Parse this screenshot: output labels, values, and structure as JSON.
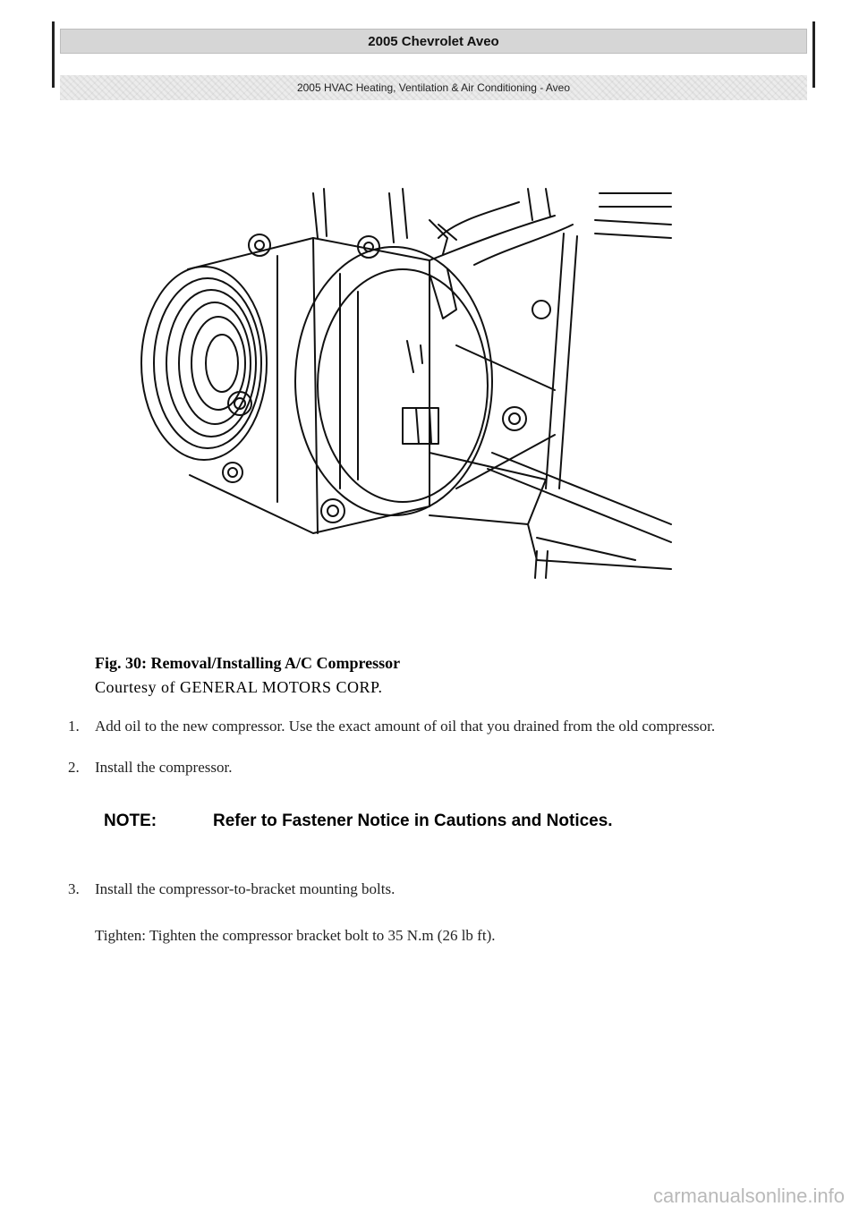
{
  "header": {
    "title": "2005 Chevrolet Aveo",
    "subtitle": "2005 HVAC Heating, Ventilation & Air Conditioning - Aveo"
  },
  "figure": {
    "caption_title": "Fig. 30: Removal/Installing A/C Compressor",
    "caption_credit": "Courtesy of GENERAL MOTORS CORP."
  },
  "steps": [
    {
      "num": "1.",
      "text": "Add oil to the new compressor. Use the exact amount of oil that you drained from the old compressor."
    },
    {
      "num": "2.",
      "text": "Install the compressor."
    },
    {
      "num": "3.",
      "text": "Install the compressor-to-bracket mounting bolts."
    }
  ],
  "note": {
    "label": "NOTE:",
    "text": "Refer to Fastener Notice in Cautions and Notices."
  },
  "torque_text": "Tighten: Tighten the compressor bracket bolt to 35 N.m (26 lb ft).",
  "watermark": "carmanualsonline.info"
}
